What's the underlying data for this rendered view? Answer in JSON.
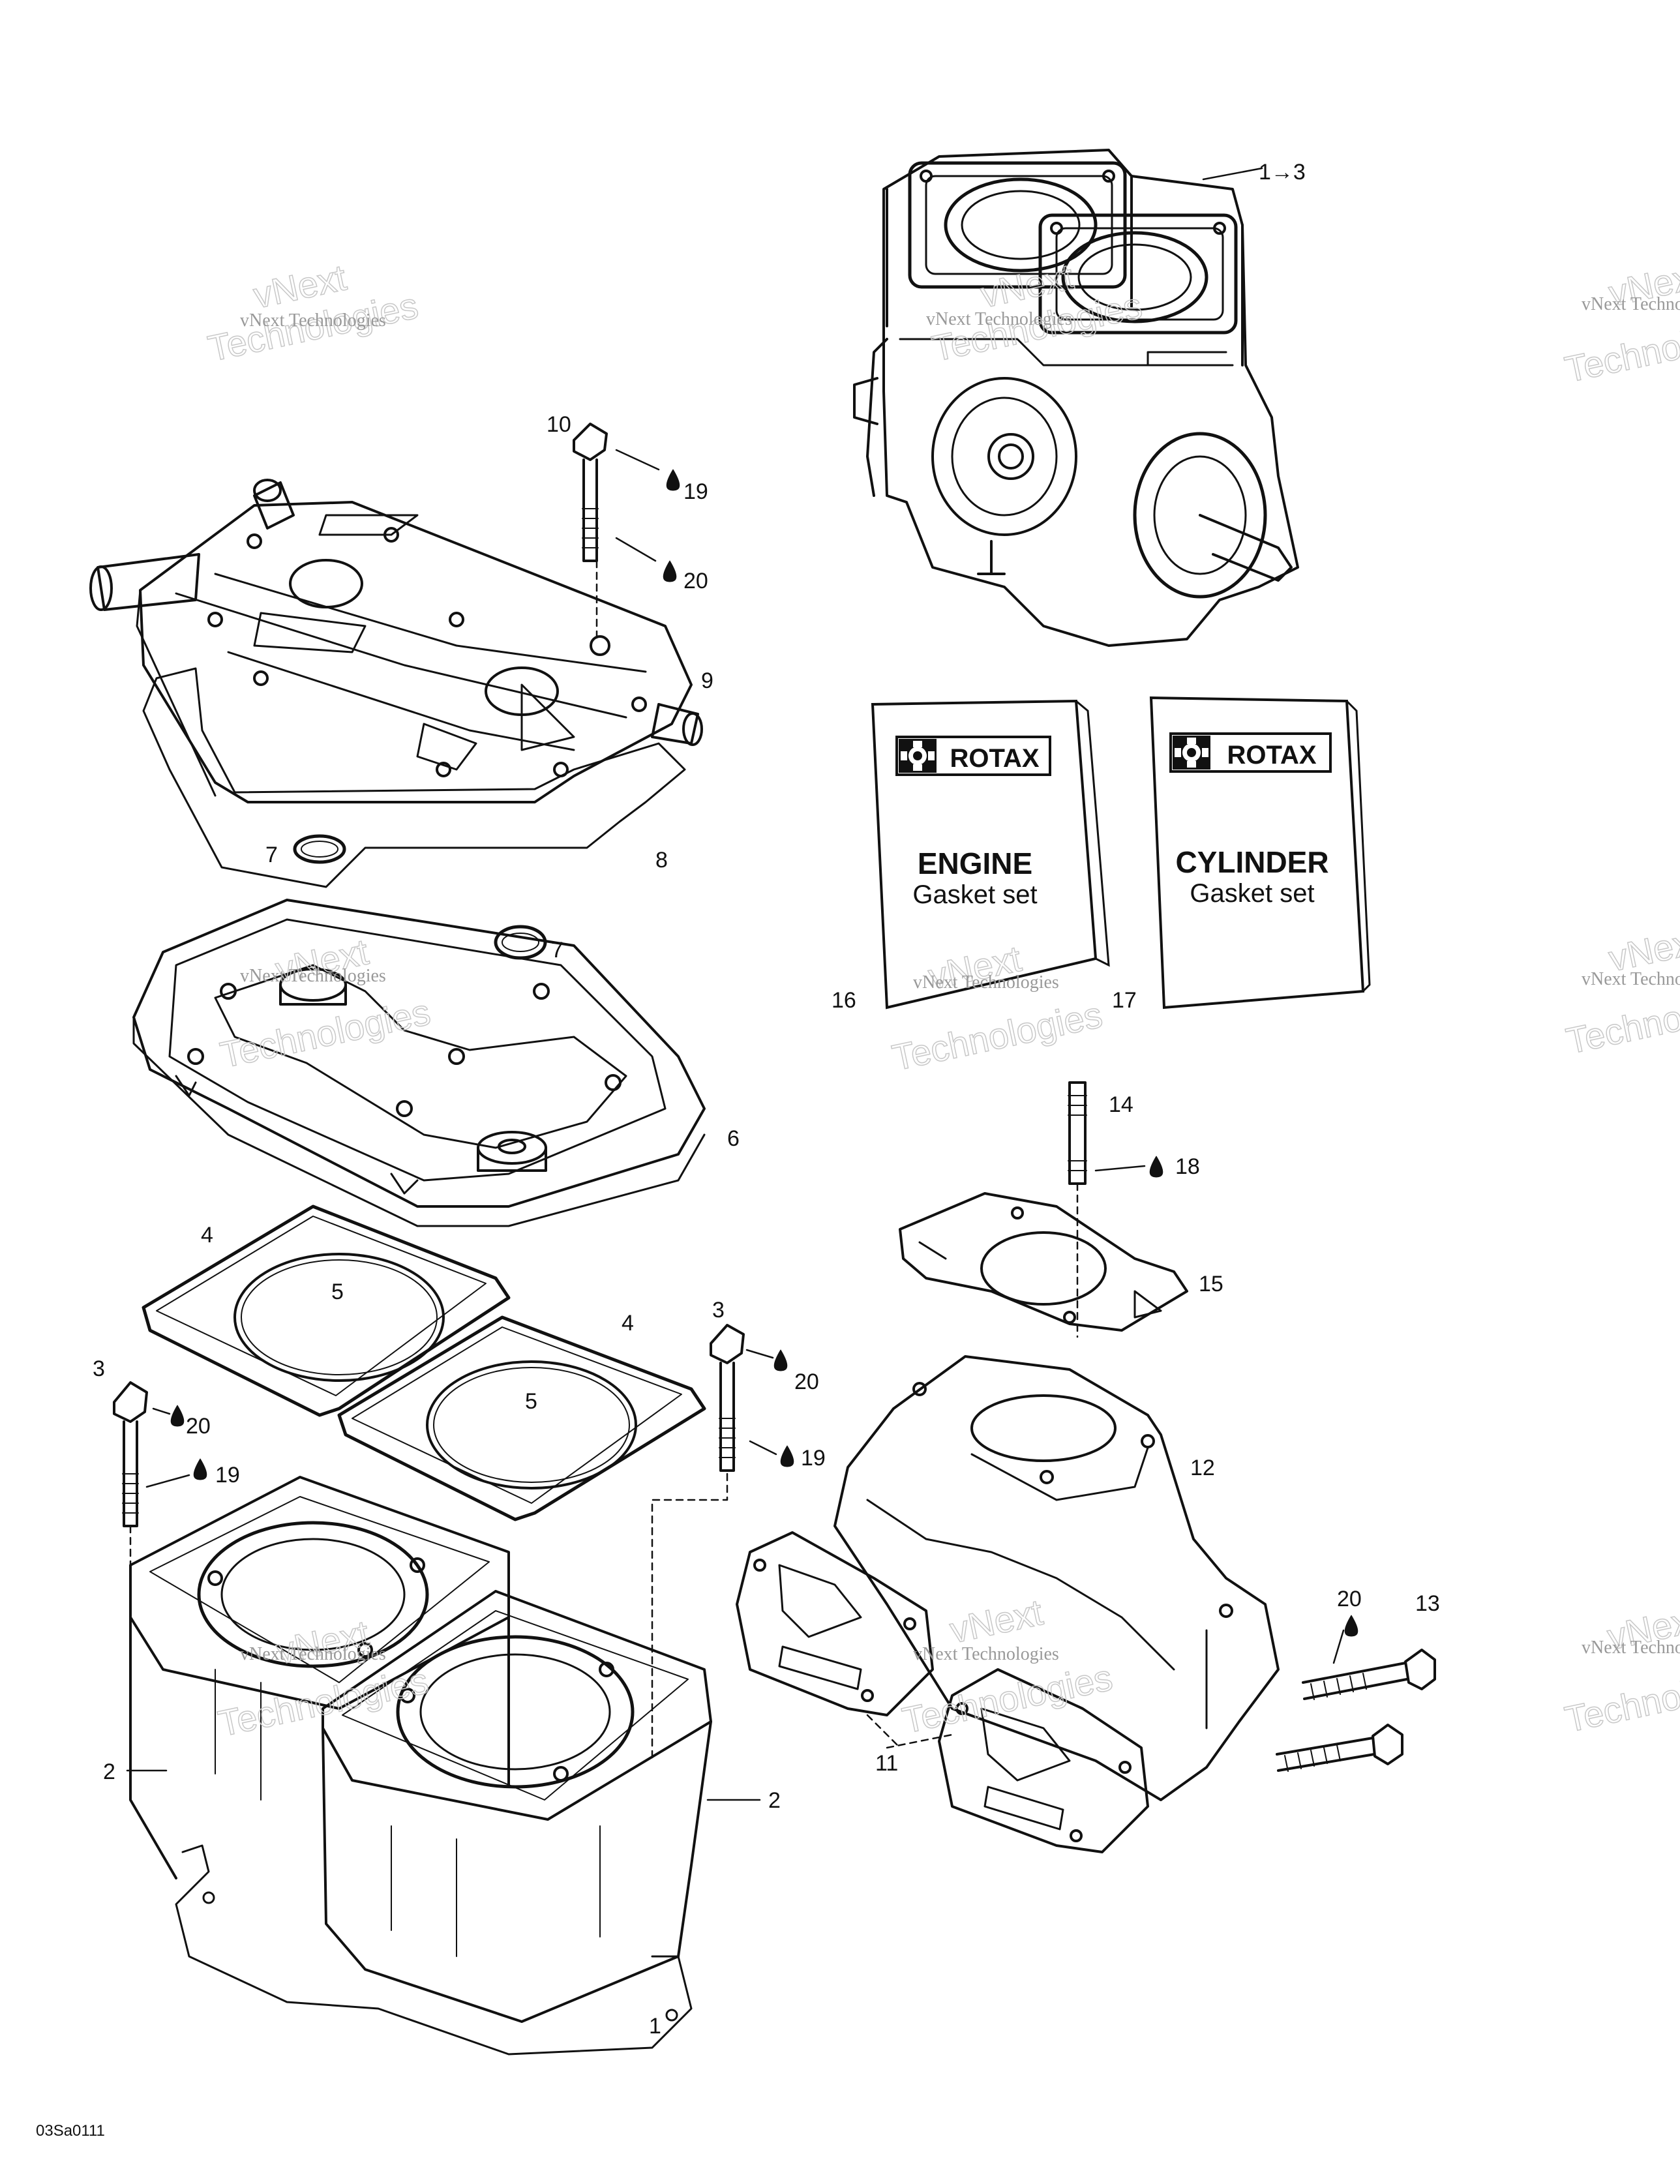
{
  "diagram_code": "03Sa0111",
  "watermark": {
    "text_small": "vNext Technologies",
    "text_big_a": "vNext",
    "text_big_b": "Technologies"
  },
  "books": {
    "brand": "ROTAX",
    "engine": {
      "title": "ENGINE",
      "subtitle": "Gasket set",
      "ref": "16"
    },
    "cylinder": {
      "title": "CYLINDER",
      "subtitle": "Gasket set",
      "ref": "17"
    }
  },
  "callouts": {
    "assembly_range": "1→3",
    "c1": "1",
    "c2a": "2",
    "c2b": "2",
    "c3a": "3",
    "c3b": "3",
    "c4a": "4",
    "c4b": "4",
    "c5a": "5",
    "c5b": "5",
    "c6": "6",
    "c7a": "7",
    "c7b": "7",
    "c8": "8",
    "c9": "9",
    "c10": "10",
    "c11": "11",
    "c12": "12",
    "c13": "13",
    "c14": "14",
    "c15": "15",
    "c18": "18",
    "c19a": "19",
    "c19b": "19",
    "c19c": "19",
    "c20a": "20",
    "c20b": "20",
    "c20c": "20",
    "c20d": "20"
  }
}
